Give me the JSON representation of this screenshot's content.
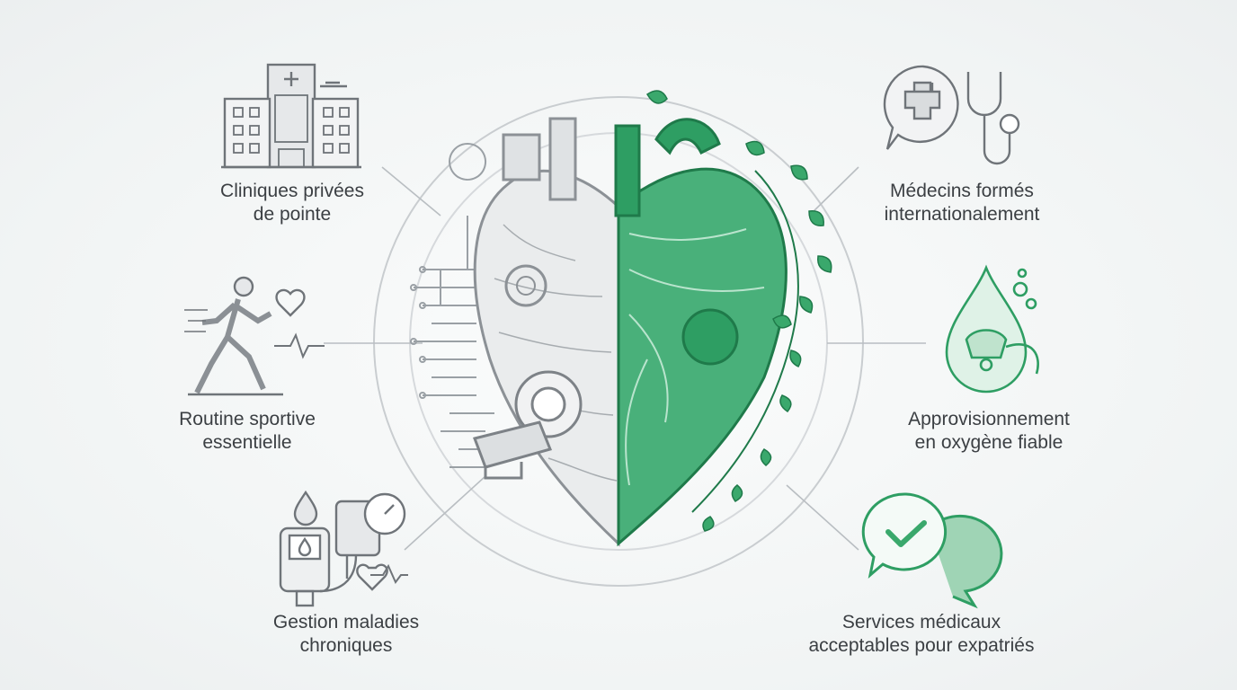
{
  "colors": {
    "accent": "#2e9e63",
    "accent_dark": "#1f7a4a",
    "accent_light": "#bfe3cd",
    "line": "#8c9196",
    "icon_gray": "#6f7479",
    "text": "#3b3f43"
  },
  "features": [
    {
      "id": "clinics",
      "icon": "hospital-building-icon",
      "lines": [
        "Cliniques privées",
        "de pointe"
      ]
    },
    {
      "id": "sport",
      "icon": "runner-heartbeat-icon",
      "lines": [
        "Routine sportive",
        "essentielle"
      ]
    },
    {
      "id": "chronic",
      "icon": "glucometer-blood-pressure-icon",
      "lines": [
        "Gestion maladies",
        "chroniques"
      ]
    },
    {
      "id": "doctors",
      "icon": "medical-cross-stethoscope-icon",
      "lines": [
        "Médecins formés",
        "internationalement"
      ]
    },
    {
      "id": "oxygen",
      "icon": "oxygen-drop-mask-icon",
      "lines": [
        "Approvisionnement",
        "en oxygène fiable"
      ]
    },
    {
      "id": "services",
      "icon": "checkmark-chat-bubble-icon",
      "lines": [
        "Services médicaux",
        "acceptables pour expatriés"
      ]
    }
  ],
  "center": {
    "icon": "tech-nature-heart-icon"
  }
}
